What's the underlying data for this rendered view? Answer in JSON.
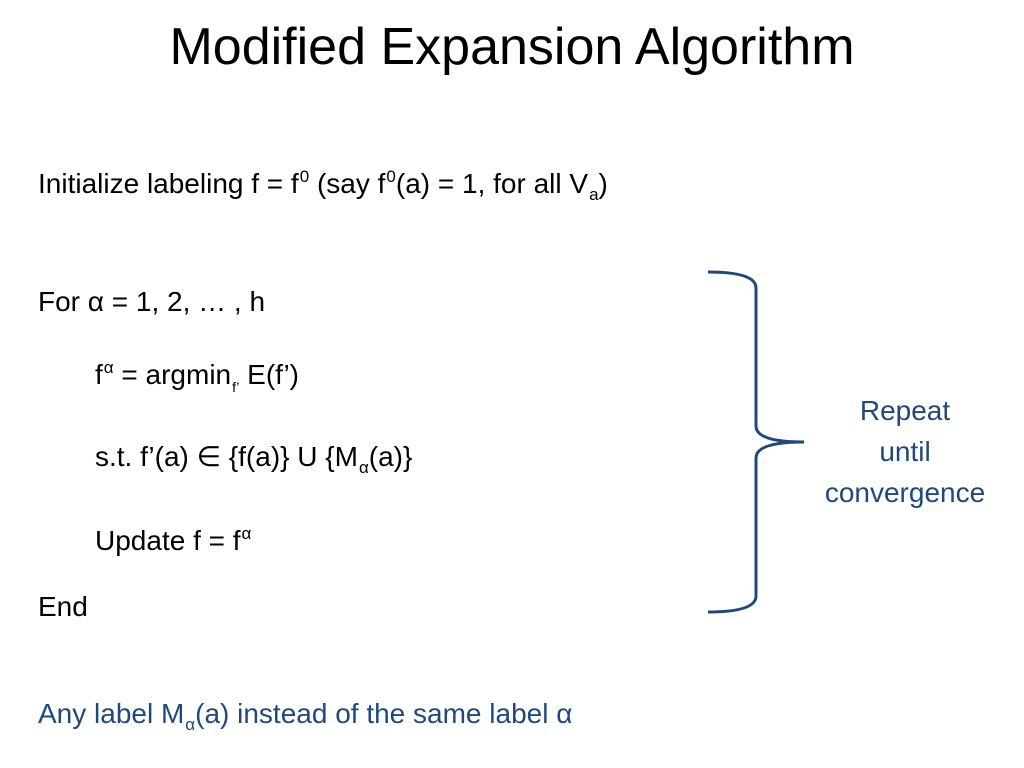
{
  "slide": {
    "title": "Modified Expansion Algorithm",
    "init": {
      "text_a": "Initialize labeling f = f",
      "sup_a": "0",
      "text_b": " (say f",
      "sup_b": "0",
      "text_c": "(a) = 1, for all V",
      "sub_c": "a",
      "text_d": ")"
    },
    "for_line": "For α = 1, 2, … , h",
    "argmin": {
      "text_a": "f",
      "sup_a": "α",
      "text_b": " = argmin",
      "sub_b": "f’",
      "text_c": " E(f’)"
    },
    "constraint": {
      "text_a": "s.t. f’(a) ",
      "symbol": "∈",
      "text_b": " {f(a)} U {M",
      "sub_b": "α",
      "text_c": "(a)}"
    },
    "update": {
      "text_a": "Update f = f",
      "sup_a": "α"
    },
    "end_line": "End",
    "footnote": {
      "text_a": "Any label M",
      "sub_a": "α",
      "text_b": "(a) instead of the same label α"
    },
    "repeat_note": [
      "Repeat",
      "until",
      "convergence"
    ]
  },
  "colors": {
    "text": "#000000",
    "accent": "#1f497d",
    "background": "#ffffff"
  }
}
